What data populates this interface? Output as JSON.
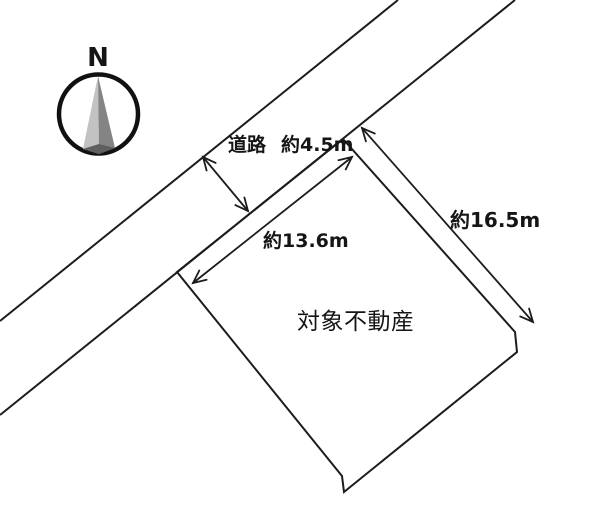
{
  "diagram": {
    "type": "real-estate-site-plan",
    "compass": {
      "label": "N"
    },
    "road": {
      "name": "道路",
      "width_label": "約4.5m"
    },
    "dimensions": {
      "frontage_label": "約13.6m",
      "northeast_side_label": "約16.5m"
    },
    "property": {
      "label": "対象不動産"
    },
    "colors": {
      "background": "#ffffff",
      "line": "#1c1c1c",
      "text": "#151515",
      "needle_light": "#c2c2c2",
      "needle_dark": "#848484",
      "needle_base": "#5f5f5f"
    }
  }
}
